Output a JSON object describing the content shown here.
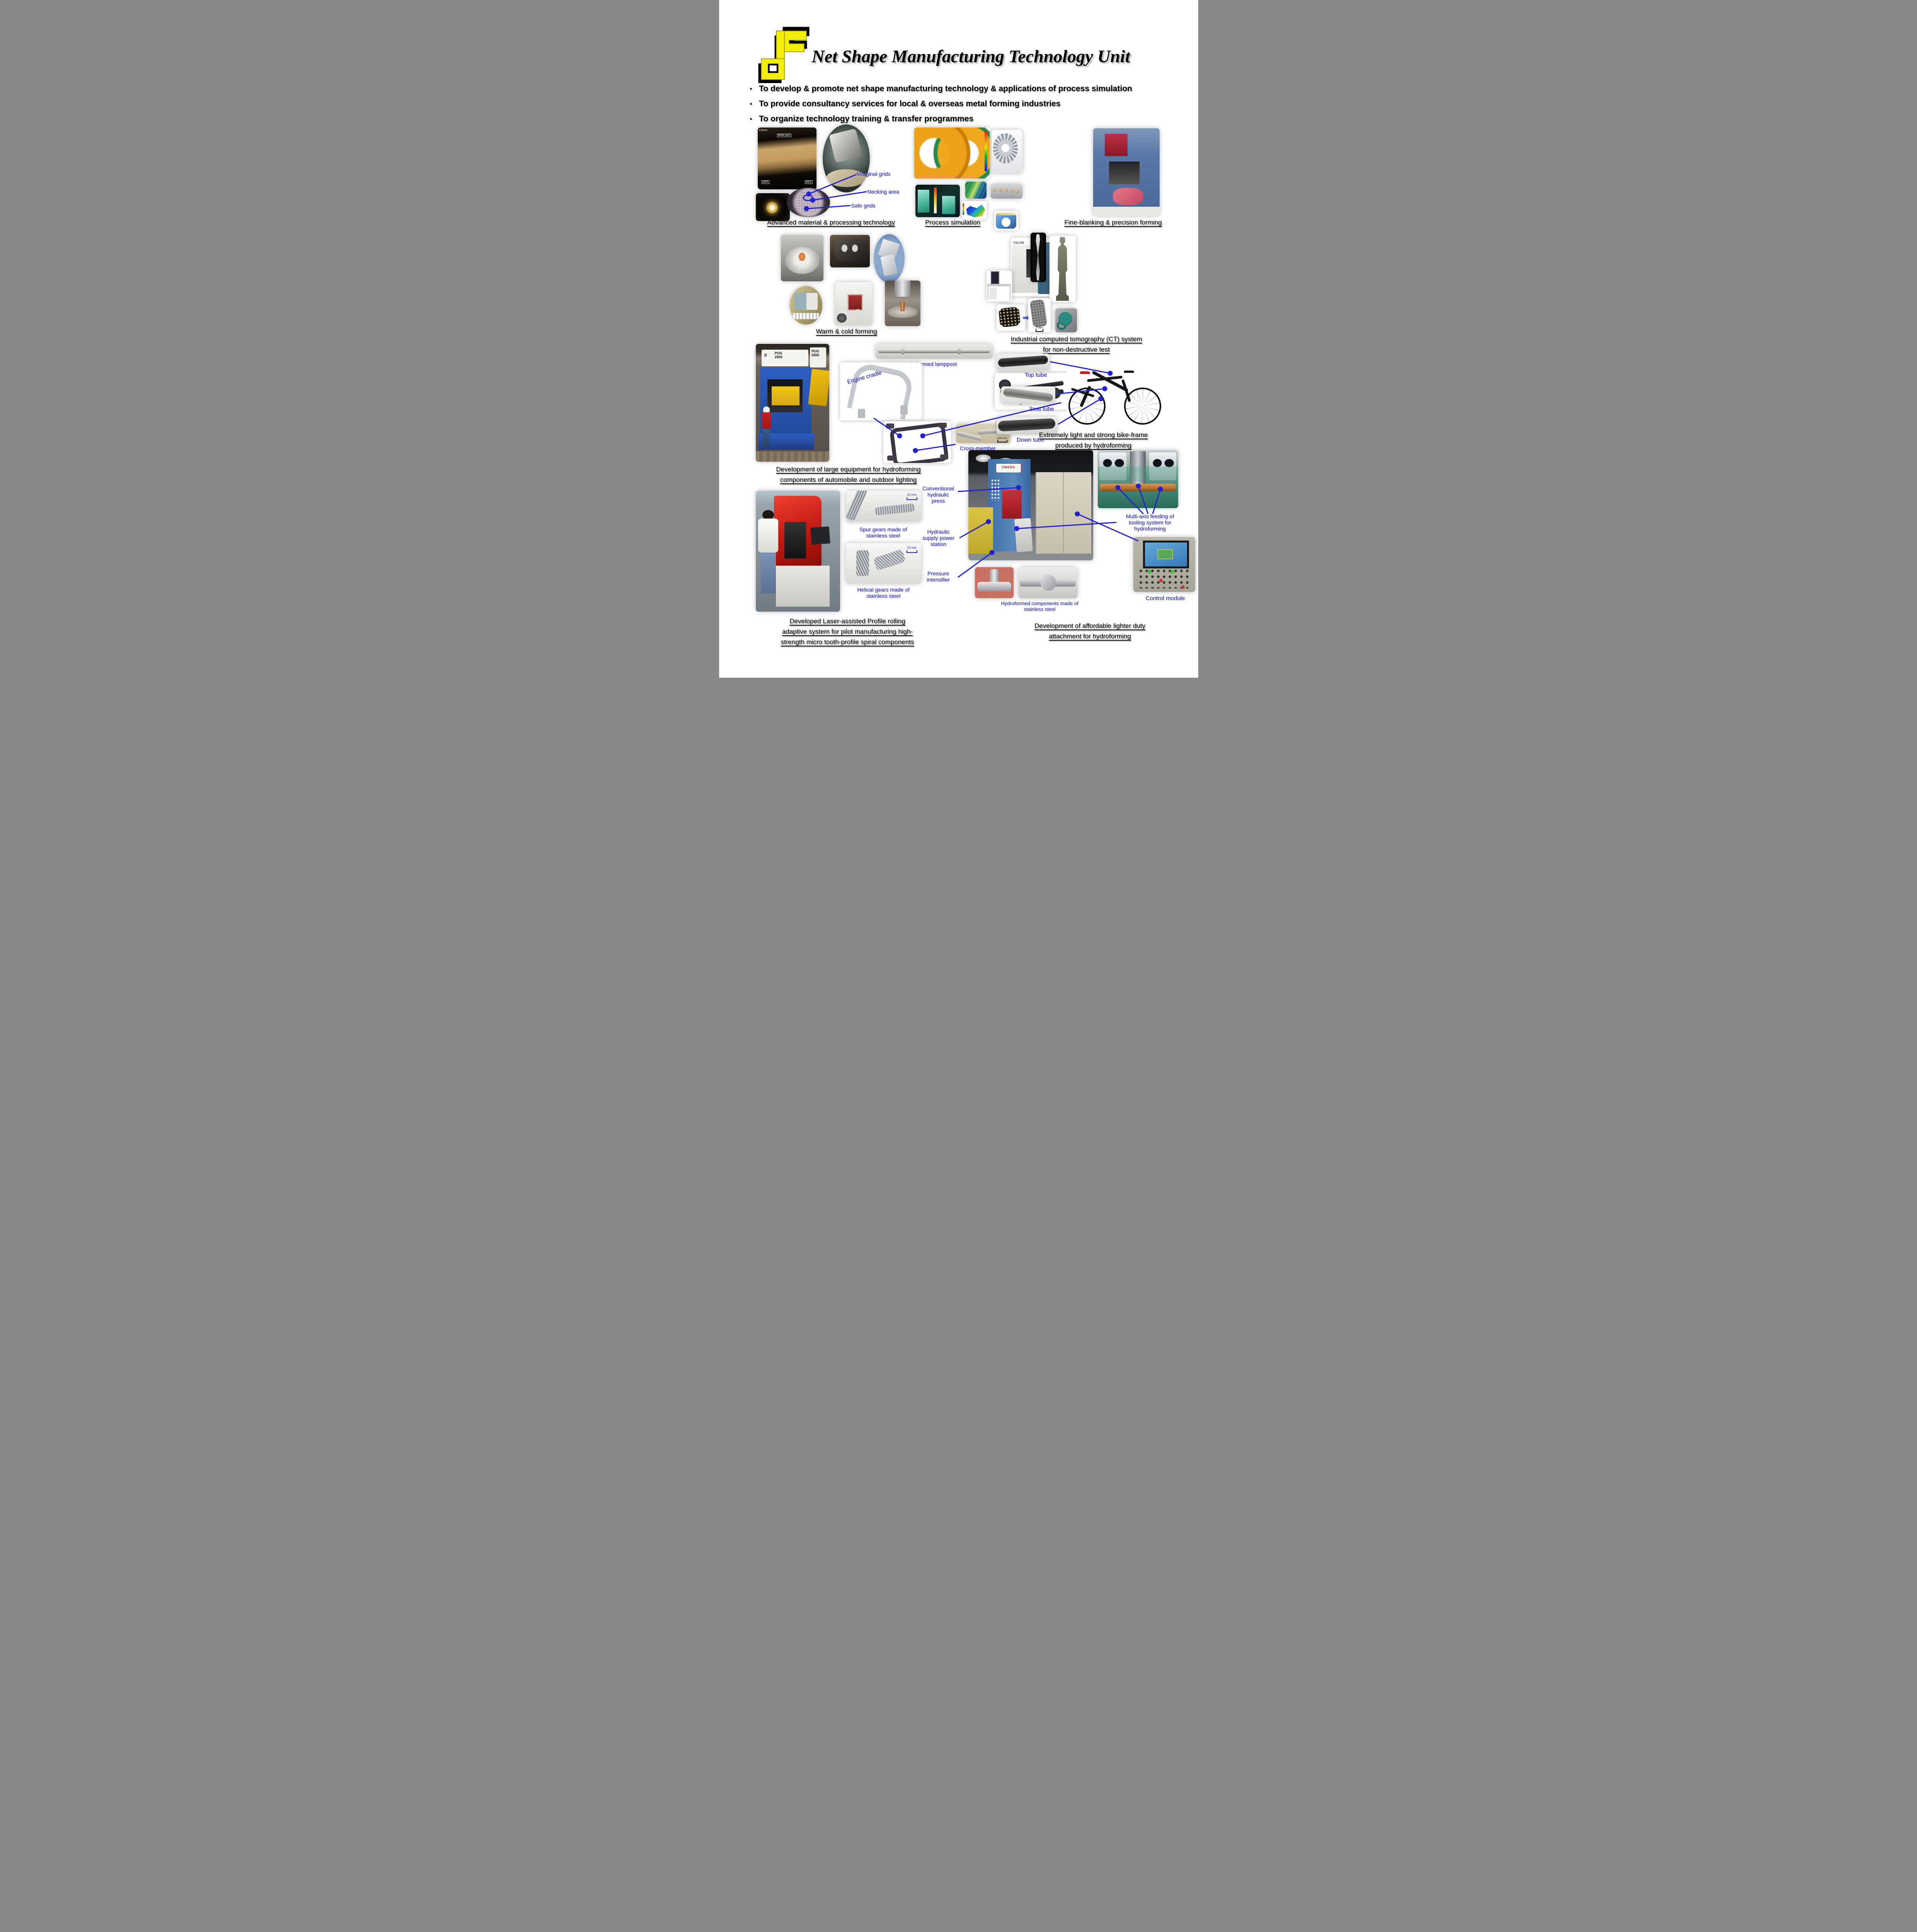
{
  "title": "Net Shape Manufacturing Technology Unit",
  "bullet_glyph": "•",
  "bullets": [
    "To develop & promote net shape manufacturing technology & applications of process simulation",
    "To provide consultancy services for local & overseas metal forming industries",
    "To organize technology training & transfer programmes"
  ],
  "colors": {
    "annotation_blue": "#2222cc",
    "logo_yellow": "#f2ee0a",
    "caption_black": "#000000"
  },
  "advanced": {
    "caption": "Advanced material & processing technology",
    "weld": {
      "scale": "0.5mm",
      "pool": "Weld pool",
      "haz_left": "HAZ",
      "haz_right": "HAZ"
    },
    "labels": {
      "marginal": "Marginal grids",
      "necking": "Necking area",
      "safe": "Safe grids"
    }
  },
  "process_simulation": {
    "caption": "Process simulation"
  },
  "fine_blanking": {
    "caption": "Fine-blanking & precision forming"
  },
  "warm_cold": {
    "caption": "Warm & cold forming"
  },
  "ct_system": {
    "caption_line1": "Industrial computed tomography (CT) system",
    "caption_line2": "for non-destructive test",
    "machine_brand": "YXLON",
    "scan_scale": "2 mm",
    "arrow_glyph": "⇒"
  },
  "hydro_large": {
    "caption_line1": "Development of large equipment for hydroforming",
    "caption_line2": "components of automobile and outdoor lighting",
    "labels": {
      "lamppost": "Hydroformed lamppost",
      "engine_cradle": "Engine cradle",
      "cross_member": "Cross-member"
    },
    "press": {
      "pi": "π",
      "name": "PUG",
      "model": "2500"
    },
    "cross_member_scale": "100 mm"
  },
  "bike": {
    "caption_line1": "Extremely light and strong bike-frame",
    "caption_line2": "produced by hydroforming",
    "labels": {
      "top": "Top tube",
      "seat": "Seat tube",
      "down": "Down tube"
    }
  },
  "laser_rolling": {
    "caption_line1": "Developed Laser-assisted Profile rolling",
    "caption_line2": "adaptive system for pilot manufacturing high-",
    "caption_line3": "strength micro tooth-profile spiral components",
    "spur_label": "Spur gears made of\nstainless steel",
    "helical_label": "Helical gears made of\nstainless steel",
    "spur_scale": "10 mm",
    "helical_scale": "10 mm"
  },
  "attachment": {
    "caption_line1": "Development of affordable lighter duty",
    "caption_line2": "attachment for hydroforming",
    "labels": {
      "conventional": "Conventional\nhydraulic\npress",
      "supply": "Hydraulic\nsupply power\nstation",
      "intensifier": "Pressure\nintensifier",
      "multiaxis": "Multi-axis feeding of\ntooling system for\nhydroforming",
      "components": "Hydroformed components made of\nstainless steel",
      "control": "Control module"
    },
    "press_sign": "OMERA"
  }
}
